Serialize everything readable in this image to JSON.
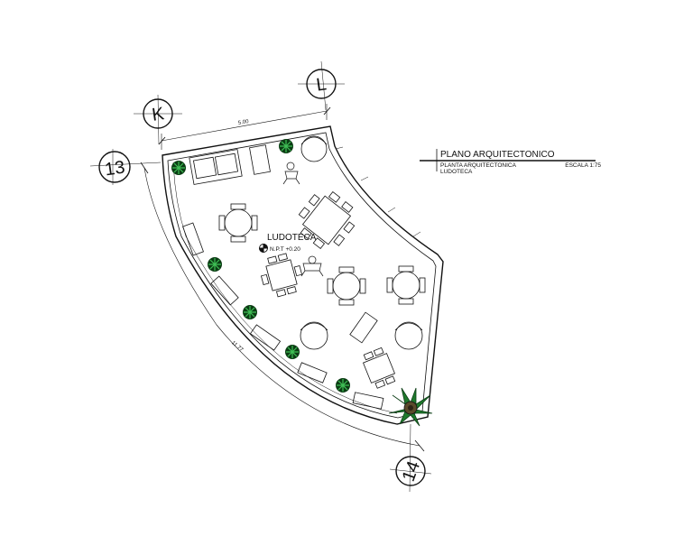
{
  "grid_axes": {
    "k": "K",
    "l": "L",
    "n13": "13",
    "n14": "14"
  },
  "dimensions": {
    "top_width": "5.00",
    "curve_length": "11.77"
  },
  "room": {
    "name": "LUDOTECA",
    "level": "N.P.T +0.20"
  },
  "title_block": {
    "title": "PLANO ARQUITECTONICO",
    "subtitle": "PLANTA ARQUITECTONICA",
    "scale": "ESCALA 1:75",
    "room": "LUDOTECA"
  },
  "colors": {
    "plant": "#1f7a2c",
    "plant_dark": "#0b3d14",
    "line": "#111111"
  }
}
